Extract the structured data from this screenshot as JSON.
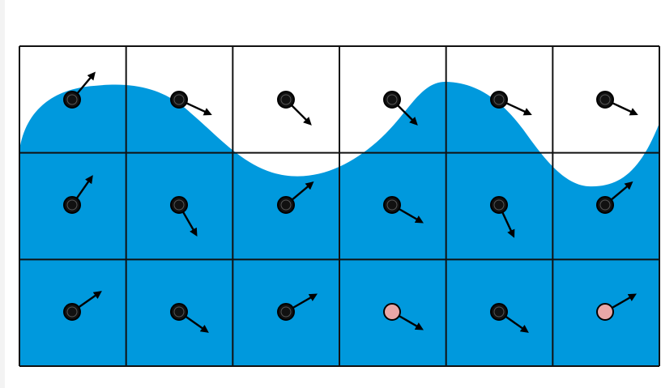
{
  "diagram": {
    "rows": 3,
    "cols": 6,
    "colors": {
      "water": "#0099dd",
      "grid": "#111111",
      "dot": "#111111",
      "highlight_dot": "#e8a7a7",
      "arrow": "#000000",
      "background": "#ffffff"
    },
    "cells": [
      [
        {
          "angle": -50,
          "highlight": false
        },
        {
          "angle": 25,
          "highlight": false
        },
        {
          "angle": 45,
          "highlight": false
        },
        {
          "angle": 45,
          "highlight": false
        },
        {
          "angle": 25,
          "highlight": false
        },
        {
          "angle": 25,
          "highlight": false
        }
      ],
      [
        {
          "angle": -55,
          "highlight": false
        },
        {
          "angle": 60,
          "highlight": false
        },
        {
          "angle": -40,
          "highlight": false
        },
        {
          "angle": 30,
          "highlight": false
        },
        {
          "angle": 65,
          "highlight": false
        },
        {
          "angle": -40,
          "highlight": false
        }
      ],
      [
        {
          "angle": -35,
          "highlight": false
        },
        {
          "angle": 35,
          "highlight": false
        },
        {
          "angle": -30,
          "highlight": false
        },
        {
          "angle": 30,
          "highlight": true
        },
        {
          "angle": 35,
          "highlight": false
        },
        {
          "angle": -30,
          "highlight": true
        }
      ]
    ]
  }
}
